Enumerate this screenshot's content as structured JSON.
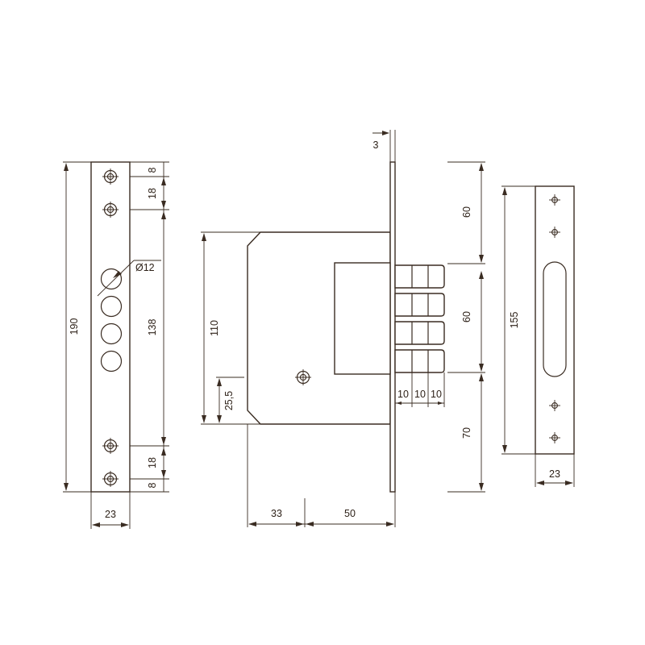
{
  "colors": {
    "line": "#3a2c22",
    "text": "#2e2219",
    "background": "#ffffff"
  },
  "left_plate": {
    "height": "190",
    "width": "23",
    "top_to_screw": "8",
    "screw_spacing_top": "18",
    "hole_span": "138",
    "screw_spacing_bottom": "18",
    "bottom_to_screw": "8",
    "hole_diameter": "Ø12",
    "hole_count": 4,
    "screw_count": 4
  },
  "lock_body": {
    "plate_thickness": "3",
    "case_height": "110",
    "key_offset": "25,5",
    "depth_front": "33",
    "depth_back": "50",
    "bolt_widths": [
      "10",
      "10",
      "10"
    ],
    "bolt_count": 4
  },
  "bolt_spacing": {
    "top": "60",
    "middle": "60",
    "bottom": "70"
  },
  "strike_plate": {
    "height": "155",
    "width": "23",
    "screw_count": 4
  }
}
